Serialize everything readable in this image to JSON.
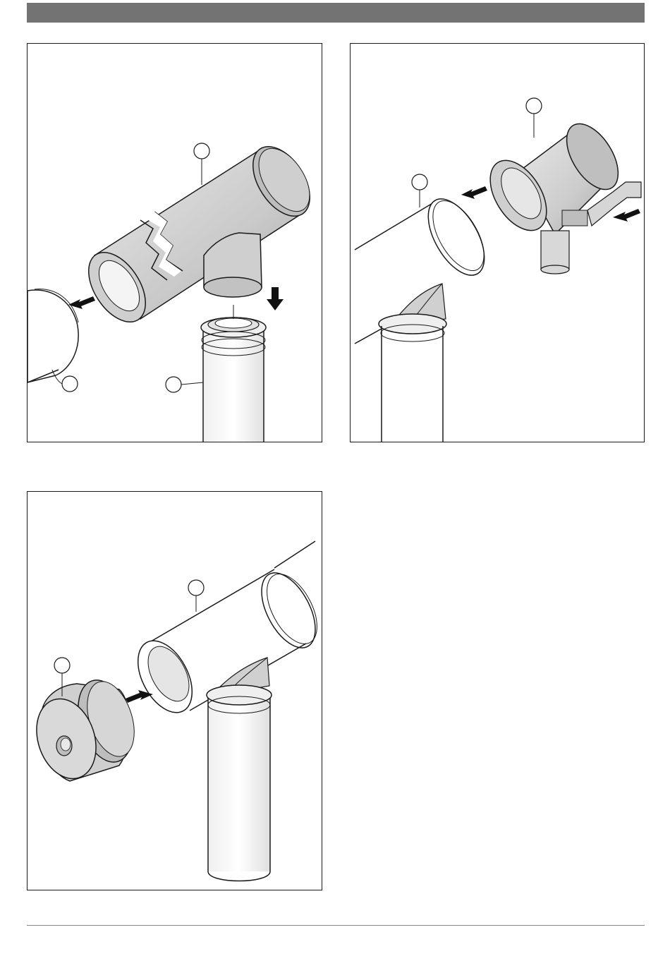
{
  "page": {
    "header_bar_color": "#737373",
    "line_color": "#1a1a1a",
    "pipe_fill": "#d2d2d2",
    "pipe_fill_light": "#e6e6e6",
    "pipe_shade": "#a9a9a9",
    "arrow_color": "#111111"
  },
  "figures": [
    {
      "name": "figure-1",
      "description_icon": "tee-pipe-disassembly-illustration",
      "callouts": [
        "",
        "",
        ""
      ]
    },
    {
      "name": "figure-2",
      "description_icon": "condensate-trap-removal-illustration",
      "callouts": [
        "",
        ""
      ]
    },
    {
      "name": "figure-3",
      "description_icon": "end-cap-fitting-illustration",
      "callouts": [
        "",
        ""
      ]
    }
  ]
}
